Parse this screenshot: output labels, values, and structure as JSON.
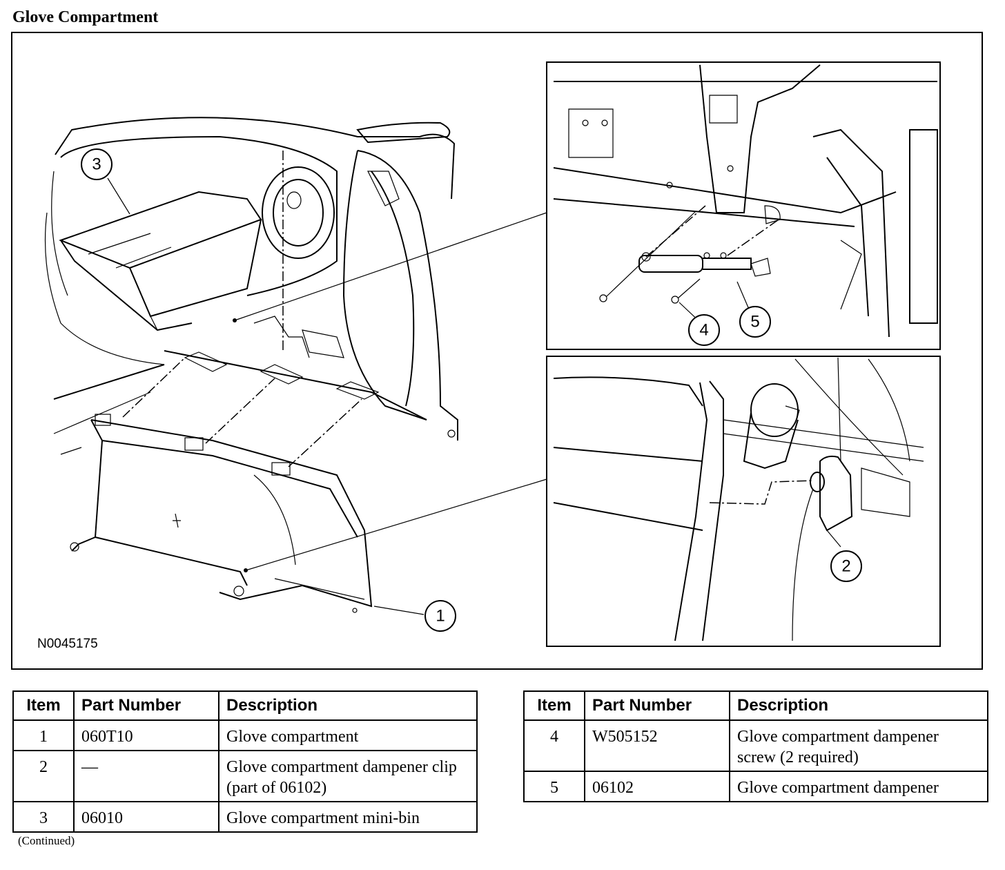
{
  "title": "Glove Compartment",
  "figure": {
    "code": "N0045175",
    "callouts": [
      "1",
      "2",
      "3",
      "4",
      "5"
    ]
  },
  "tables": [
    {
      "headers": [
        "Item",
        "Part Number",
        "Description"
      ],
      "rows": [
        {
          "item": "1",
          "part": "060T10",
          "desc": "Glove compartment"
        },
        {
          "item": "2",
          "part": "—",
          "desc": "Glove compartment dampener clip (part of 06102)"
        },
        {
          "item": "3",
          "part": "06010",
          "desc": "Glove compartment mini-bin"
        }
      ]
    },
    {
      "headers": [
        "Item",
        "Part Number",
        "Description"
      ],
      "rows": [
        {
          "item": "4",
          "part": "W505152",
          "desc": "Glove compartment dampener screw (2 required)"
        },
        {
          "item": "5",
          "part": "06102",
          "desc": "Glove compartment dampener"
        }
      ]
    }
  ],
  "footer": "(Continued)"
}
